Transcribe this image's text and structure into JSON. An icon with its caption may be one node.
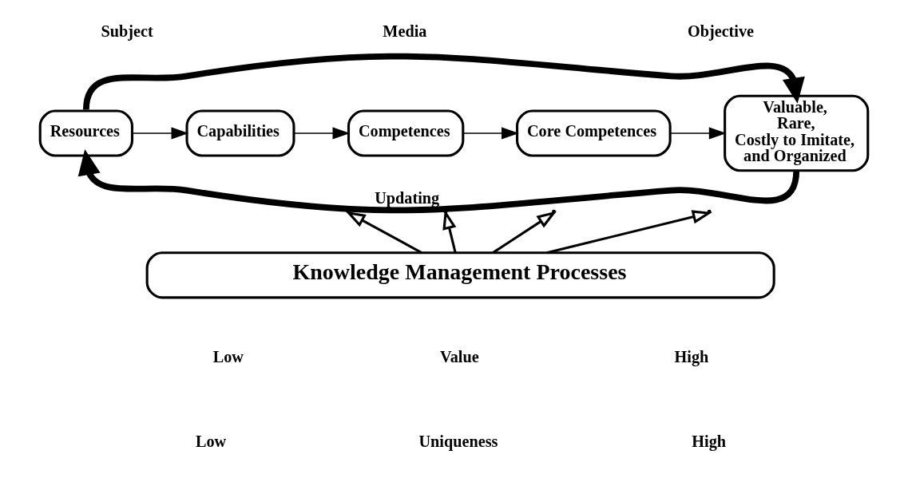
{
  "diagram": {
    "nodes": [
      {
        "text": [
          "Resources"
        ]
      },
      {
        "text": [
          "Capabilities"
        ]
      },
      {
        "text": [
          "Competences"
        ]
      },
      {
        "text": [
          "Core Competences"
        ]
      },
      {
        "text": [
          "Valuable, Rare, Costly to Imitate, and Organized"
        ]
      },
      {
        "text": [
          "Knowledge Management Processes"
        ]
      }
    ],
    "edges": [
      {
        "from": 0,
        "to": 4,
        "arrow": "to",
        "style": "thick"
      },
      {
        "from": 4,
        "to": 0,
        "arrow": "to",
        "style": "thick",
        "label": "Updating"
      },
      {
        "from": 0,
        "to": 1,
        "arrow": "to"
      },
      {
        "from": 1,
        "to": 2,
        "arrow": "to"
      },
      {
        "from": 2,
        "to": 3,
        "arrow": "to"
      },
      {
        "from": 3,
        "to": 4,
        "arrow": "to"
      },
      {
        "from": 5,
        "to": null,
        "arrow": "to"
      },
      {
        "from": 5,
        "to": null,
        "arrow": "to"
      },
      {
        "from": 5,
        "to": null,
        "arrow": "to"
      },
      {
        "from": 5,
        "to": null,
        "arrow": "to"
      }
    ],
    "labels": [
      "Subject",
      "Media",
      "Objective",
      "Low",
      "Value",
      "High",
      "Low",
      "Uniqueness",
      "High"
    ]
  }
}
